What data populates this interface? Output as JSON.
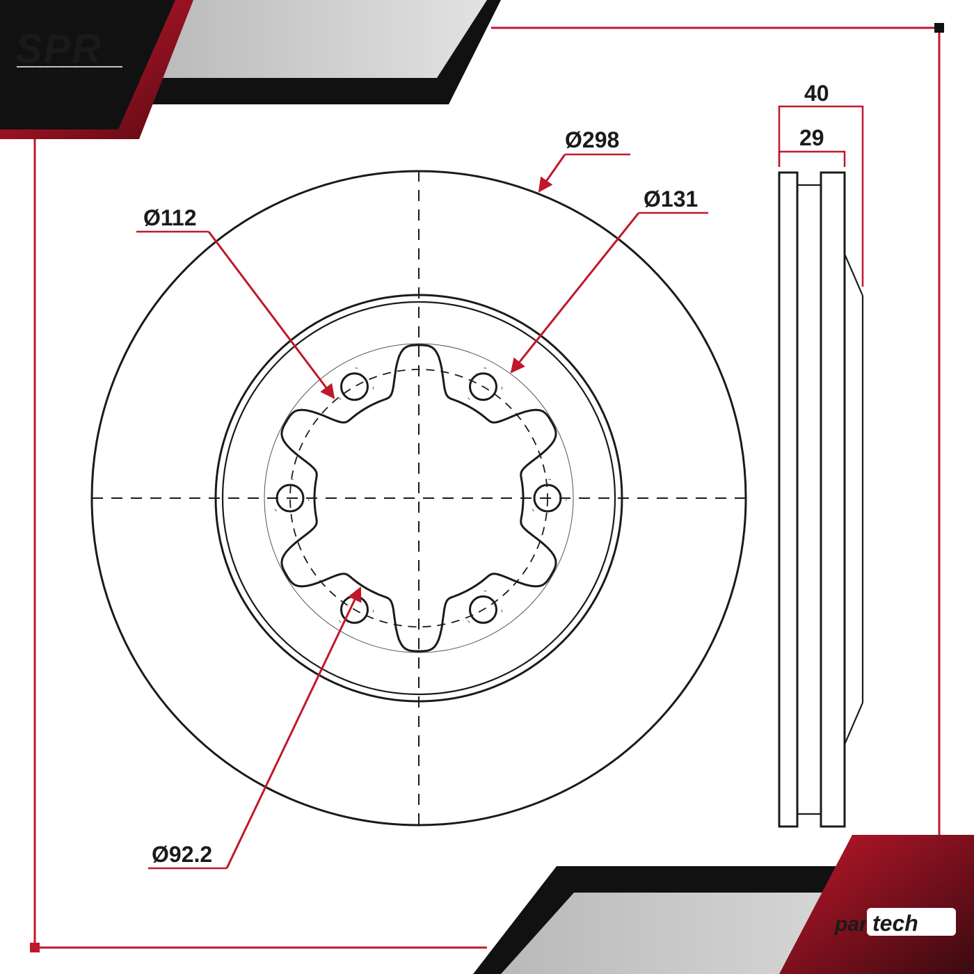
{
  "brand": {
    "logo_text": "SPR",
    "logo_subtitle": "AUTOMOTIVE",
    "partner_logo_prefix": "par",
    "partner_logo_suffix": "tech",
    "accent_color": "#c0172b",
    "dark_color": "#111111",
    "grey_color": "#c8c8c8"
  },
  "dimensions": {
    "outer_diameter": "Ø298",
    "center_hole_diameter": "Ø131",
    "bolt_circle_diameter": "Ø112",
    "bolt_pcd": "Ø92.2",
    "total_thickness": "40",
    "disc_thickness": "29"
  }
}
